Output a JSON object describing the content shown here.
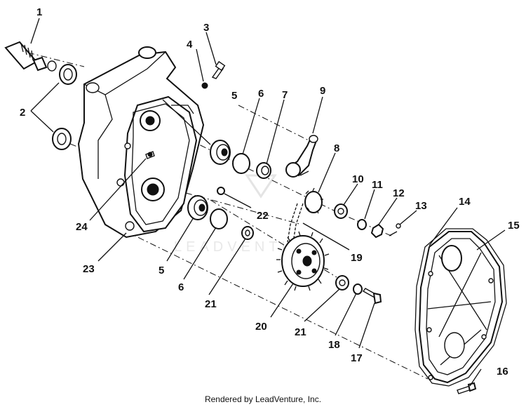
{
  "callouts": {
    "c1": "1",
    "c2": "2",
    "c3": "3",
    "c4": "4",
    "c5a": "5",
    "c5b": "5",
    "c6a": "6",
    "c6b": "6",
    "c7": "7",
    "c8": "8",
    "c9": "9",
    "c10": "10",
    "c11": "11",
    "c12": "12",
    "c13": "13",
    "c14": "14",
    "c15": "15",
    "c16": "16",
    "c17": "17",
    "c18": "18",
    "c19": "19",
    "c20": "20",
    "c21a": "21",
    "c21b": "21",
    "c22": "22",
    "c23": "23",
    "c24": "24"
  },
  "watermark": "LEADVENTURE",
  "credit": "Rendered by LeadVenture, Inc."
}
